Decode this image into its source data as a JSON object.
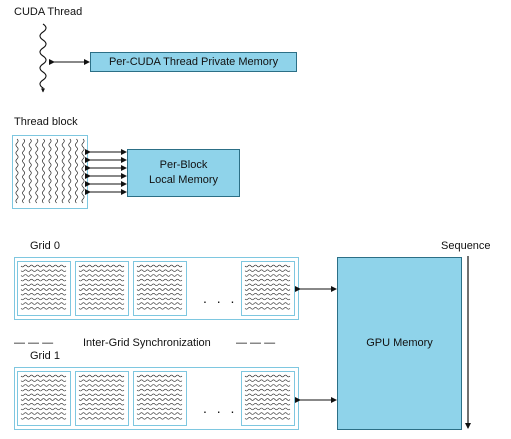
{
  "thread": {
    "label": "CUDA Thread",
    "memory": "Per-CUDA Thread Private Memory"
  },
  "block": {
    "label": "Thread block",
    "memory_line1": "Per-Block",
    "memory_line2": "Local Memory"
  },
  "grid0": {
    "label": "Grid 0",
    "ellipsis": ". . ."
  },
  "grid1": {
    "label": "Grid 1",
    "ellipsis": ". . ."
  },
  "sync": {
    "label": "Inter-Grid Synchronization",
    "dash": "— — —"
  },
  "gpu": {
    "memory": "GPU Memory"
  },
  "sequence": {
    "label": "Sequence"
  },
  "colors": {
    "memory_fill": "#8fd3ea",
    "block_border": "#7ec7e0"
  }
}
